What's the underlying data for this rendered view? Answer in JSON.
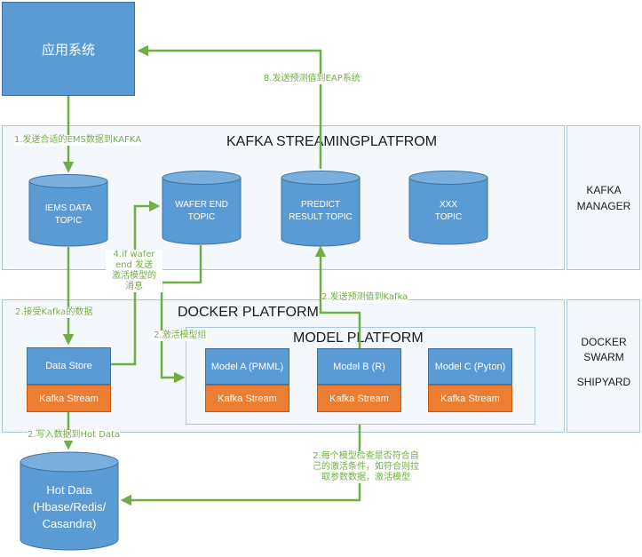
{
  "app_system": "应用系统",
  "kafka": {
    "title": "KAFKA STREAMINGPLATFROM",
    "manager": [
      "KAFKA",
      "MANAGER"
    ],
    "topics": {
      "iems": [
        "IEMS DATA",
        "TOPIC"
      ],
      "wafer": [
        "WAFER END",
        "TOPIC"
      ],
      "predict": [
        "PREDICT",
        "RESULT TOPIC"
      ],
      "xxx": [
        "XXX",
        "TOPIC"
      ]
    }
  },
  "docker": {
    "title": "DOCKER PLATFORM",
    "side": [
      "DOCKER",
      "SWARM",
      "SHIPYARD"
    ],
    "data_store": "Data Store",
    "kafka_stream": "Kafka Stream"
  },
  "model_platform": {
    "title": "MODEL PLATFORM",
    "models": [
      "Model A (PMML)",
      "Model B (R)",
      "Model C (Pyton)"
    ],
    "stream": "Kafka Stream"
  },
  "hot_data": [
    "Hot Data",
    "(Hbase/Redis/",
    "Casandra)"
  ],
  "edges": {
    "e1": "1.发送合适的EMS数据到KAFKA",
    "e2_receive": "2.接受Kafka的数据",
    "e2_write": "2.写入数据到Hot Data",
    "e2_activate": "2.激活模型组",
    "e2_send_predict": "2.发送预测值到Kafka",
    "e2_check": [
      "2.每个模型检查是否符合自",
      "己的激活条件，如符合则拉",
      "取参数数据，激活模型"
    ],
    "e4": [
      "4.if wafer",
      "end 发送",
      "激活模型的",
      "消息"
    ],
    "e8": "8.发送预测值到EAP系统"
  },
  "colors": {
    "blue": "#5b9bd5",
    "orange": "#ed7d31",
    "green": "#70ad47",
    "panel_border": "#a9c6e0"
  }
}
